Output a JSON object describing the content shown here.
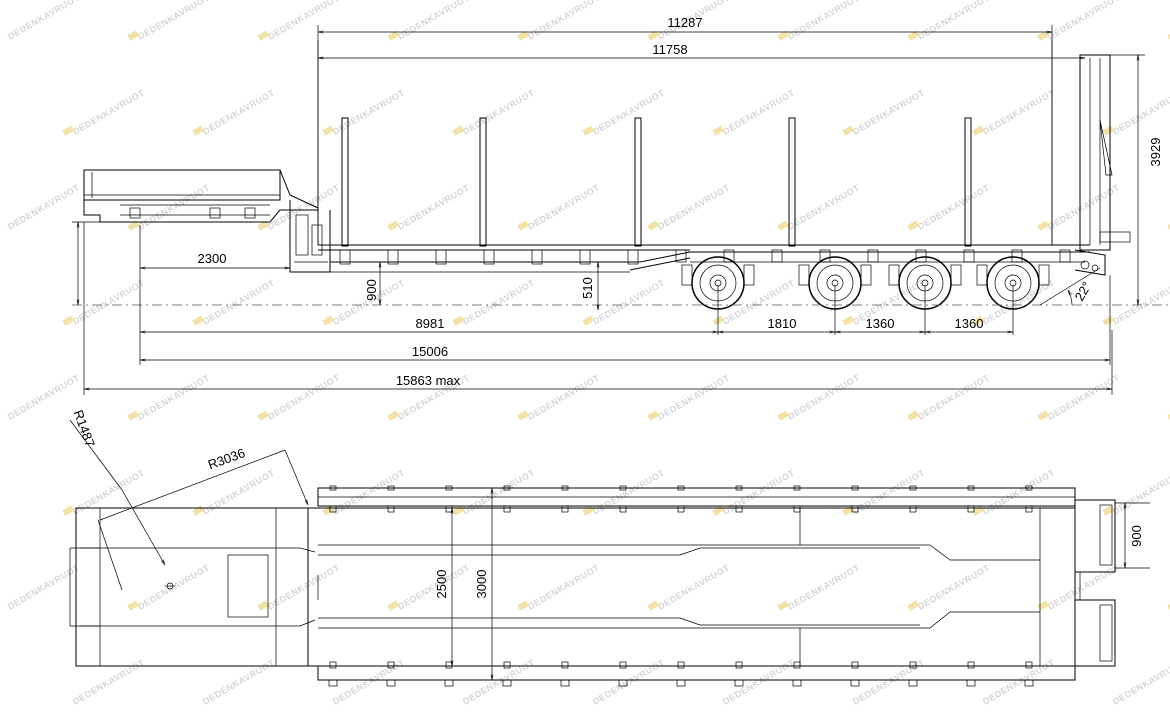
{
  "watermark": {
    "text": "DEDENKAVRUOT"
  },
  "side_view": {
    "dims": {
      "deck_length": "11287",
      "deck_length_total": "11758",
      "overall_height": "3929",
      "gooseneck_overhang": "2300",
      "deck_height": "900",
      "deck_height_rear": "510",
      "kingpin_to_axle1": "8981",
      "axle_spacing_1": "1810",
      "axle_spacing_2": "1360",
      "axle_spacing_3": "1360",
      "kingpin_to_rear": "15006",
      "overall_length": "15863 max",
      "ramp_angle": "22°"
    }
  },
  "top_view": {
    "dims": {
      "swing_radius_front": "R1487",
      "swing_radius_kingpin": "R3036",
      "inner_width": "2500",
      "overall_width": "3000",
      "ramp_width": "900"
    }
  }
}
